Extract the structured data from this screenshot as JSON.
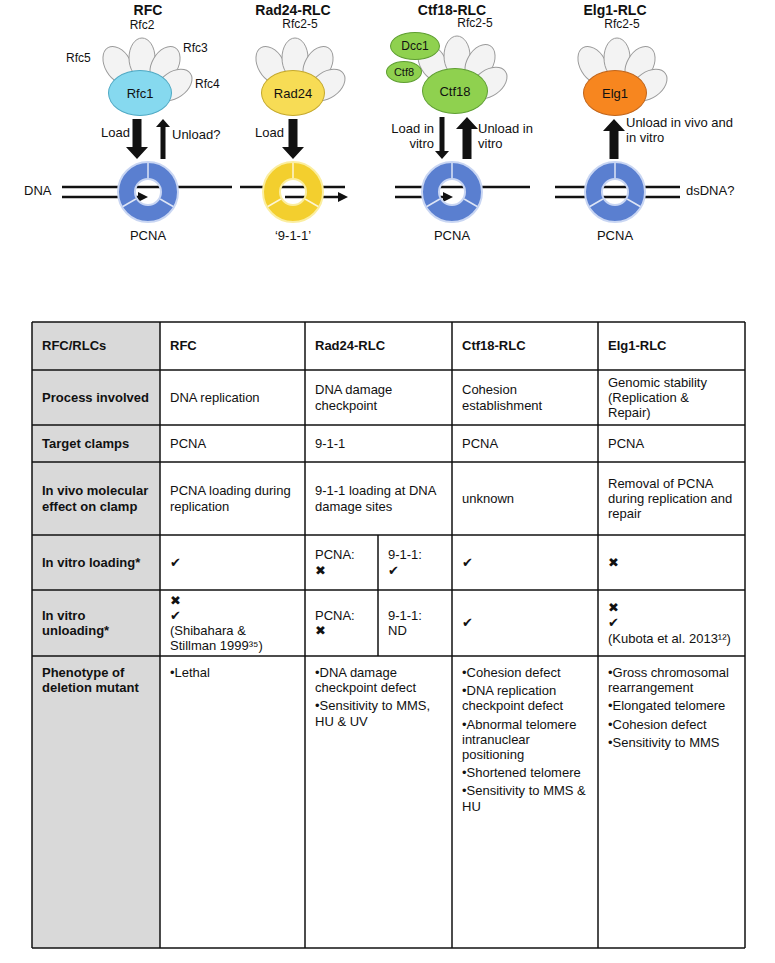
{
  "diagram": {
    "nodes": [
      {
        "text": [
          "Rfc1"
        ]
      },
      {
        "text": [
          "PCNA"
        ]
      },
      {
        "text": [
          "Rad24"
        ]
      },
      {
        "text": [
          "‘9-1-1’"
        ]
      },
      {
        "text": [
          "Dcc1"
        ]
      },
      {
        "text": [
          "Ctf8"
        ]
      },
      {
        "text": [
          "Ctf18"
        ]
      },
      {
        "text": [
          "PCNA"
        ]
      },
      {
        "text": [
          "Elg1"
        ]
      },
      {
        "text": [
          "PCNA"
        ]
      }
    ],
    "edges": [
      {
        "from": 0,
        "to": 1,
        "label": "Load",
        "arrow": "to"
      },
      {
        "from": 1,
        "to": 0,
        "label": "Unload?",
        "arrow": "to"
      },
      {
        "from": 2,
        "to": 3,
        "label": "Load",
        "arrow": "to"
      },
      {
        "from": 6,
        "to": 7,
        "label": "Load in vitro",
        "arrow": "to"
      },
      {
        "from": 7,
        "to": 6,
        "label": "Unload in vitro",
        "arrow": "to"
      },
      {
        "from": 9,
        "to": 8,
        "label": "Unload in vivo and in vitro",
        "arrow": "to"
      }
    ],
    "labels": [
      "RFC",
      "Rad24-RLC",
      "Ctf18-RLC",
      "Elg1-RLC",
      "Rfc2",
      "Rfc3",
      "Rfc5",
      "Rfc4",
      "Rfc2-5",
      "Rfc2-5",
      "Rfc2-5",
      "DNA",
      "dsDNA?",
      "RFC/RLCs",
      "RFC",
      "Rad24-RLC",
      "Ctf18-RLC",
      "Elg1-RLC",
      "Process involved",
      "DNA replication",
      "DNA damage checkpoint",
      "Cohesion establishment",
      "Genomic stability (Replication & Repair)",
      "Target clamps",
      "PCNA",
      "9-1-1",
      "PCNA",
      "PCNA",
      "In vivo molecular effect on clamp",
      "PCNA loading during replication",
      "9-1-1 loading at DNA damage sites",
      "unknown",
      "Removal of PCNA during replication and repair",
      "In vitro loading*",
      "✔",
      "PCNA:",
      "✖",
      "9-1-1:",
      "✔",
      "✔",
      "✖",
      "In vitro unloading*",
      "✖",
      "✔",
      "(Shibahara & Stillman 1999³⁵)",
      "PCNA:",
      "✖",
      "9-1-1:",
      "ND",
      "✔",
      "✖",
      "✔",
      "(Kubota et al. 2013¹²)",
      "Phenotype of deletion mutant",
      "•Lethal",
      "•DNA damage checkpoint defect",
      "•Sensitivity to MMS, HU & UV",
      "•Cohesion defect",
      "•DNA replication checkpoint defect",
      "•Abnormal telomere intranuclear positioning",
      "•Shortened telomere",
      "•Sensitivity to MMS & HU",
      "•Gross chromosomal rearrangement",
      "•Elongated telomere",
      "•Cohesion defect",
      "•Sensitivity to MMS"
    ]
  }
}
